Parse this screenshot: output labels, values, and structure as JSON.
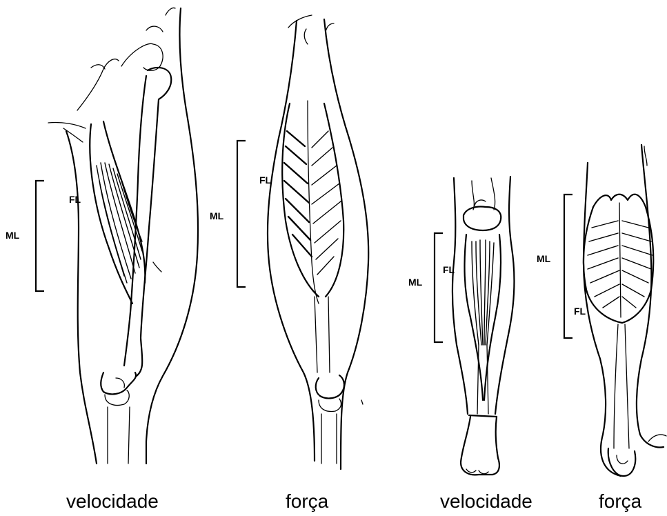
{
  "panels": [
    {
      "ml_label": "ML",
      "fl_label": "FL",
      "caption": "velocidade"
    },
    {
      "ml_label": "ML",
      "fl_label": "FL",
      "caption": "força"
    },
    {
      "ml_label": "ML",
      "fl_label": "FL",
      "caption": "velocidade"
    },
    {
      "ml_label": "ML",
      "fl_label": "FL",
      "caption": "força"
    }
  ]
}
